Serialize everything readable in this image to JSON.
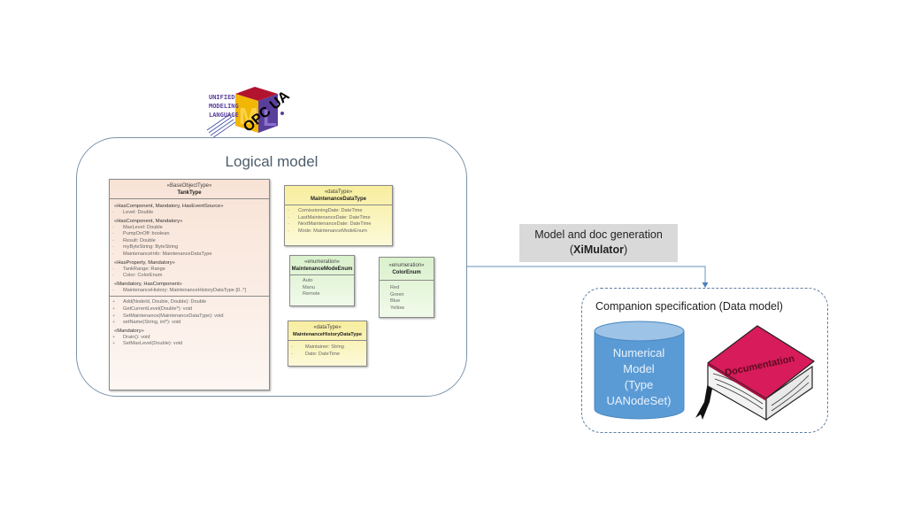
{
  "logo": {
    "left_text": [
      "UNIFIED",
      "MODELING",
      "LANGUAGE"
    ],
    "overlay_text": "OPC UA",
    "mark": "UML",
    "colors": {
      "yellow": "#f2b705",
      "purple": "#5a3e9b",
      "red": "#b2132e"
    }
  },
  "logical_model": {
    "title": "Logical model",
    "border_color": "#7a93ab",
    "classes": {
      "tank_type": {
        "stereotype": "«BaseObjectType»",
        "name": "TankType",
        "attribute_groups": [
          {
            "label": "«HasComponent, Mandatory, HasEventSource»",
            "items": [
              {
                "vis": "-",
                "text": "Level: Double"
              }
            ]
          },
          {
            "label": "«HasComponent, Mandatory»",
            "items": [
              {
                "vis": "-",
                "text": "MaxLevel: Double"
              },
              {
                "vis": "-",
                "text": "PumpOnOff: boolean"
              },
              {
                "vis": "-",
                "text": "Result: Double"
              },
              {
                "vis": "-",
                "text": "myByteString: ByteString"
              },
              {
                "vis": "-",
                "text": "MaintenanceInfo: MaintenanceDataType"
              }
            ]
          },
          {
            "label": "«HasProperty, Mandatory»",
            "items": [
              {
                "vis": "-",
                "text": "TankRange: Range"
              },
              {
                "vis": "-",
                "text": "Color: ColorEnum"
              }
            ]
          },
          {
            "label": "«Mandatory, HasComponent»",
            "items": [
              {
                "vis": "-",
                "text": "MaintenanceHistory: MaintenanceHistoryDataType [0..*]"
              }
            ]
          }
        ],
        "operations": [
          {
            "vis": "+",
            "text": "Add(NodeId, Double, Double): Double"
          },
          {
            "vis": "+",
            "text": "GetCurrentLevel(Double*): void"
          },
          {
            "vis": "+",
            "text": "SetMaintenance(MaintenanceDataType): void"
          },
          {
            "vis": "+",
            "text": "setName(String, int*): void"
          }
        ],
        "operation_groups": [
          {
            "label": "«Mandatory»",
            "items": [
              {
                "vis": "+",
                "text": "Drain(): void"
              },
              {
                "vis": "+",
                "text": "SetMaxLevel(Double): void"
              }
            ]
          }
        ]
      },
      "maintenance_data_type": {
        "stereotype": "«dataType»",
        "name": "MaintenanceDataType",
        "items": [
          {
            "vis": "-",
            "text": "ComissioningDate: DateTime"
          },
          {
            "vis": "-",
            "text": "LastMaintenanceDate: DateTime"
          },
          {
            "vis": "-",
            "text": "NextMaintenanceDate: DateTime"
          },
          {
            "vis": "-",
            "text": "Mode: MaintenanceModeEnum"
          }
        ]
      },
      "maintenance_mode_enum": {
        "stereotype": "«enumeration»",
        "name": "MaintenanceModeEnum",
        "items": [
          "Auto",
          "Manu",
          "Remote"
        ]
      },
      "color_enum": {
        "stereotype": "«enumeration»",
        "name": "ColorEnum",
        "items": [
          "Red",
          "Green",
          "Blue",
          "Yellow"
        ]
      },
      "maintenance_history_data_type": {
        "stereotype": "«dataType»",
        "name": "MaintenanceHistoryDataType",
        "items": [
          {
            "vis": "-",
            "text": "Maintainer: String"
          },
          {
            "vis": "-",
            "text": "Date: DateTime"
          }
        ]
      }
    }
  },
  "generation": {
    "line1": "Model and doc generation",
    "open_paren": "(",
    "tool": "XiMulator",
    "close_paren": ")",
    "bg_color": "#d9d9d9"
  },
  "companion": {
    "title": "Companion specification (Data model)",
    "cylinder_lines": [
      "Numerical",
      "Model",
      "(Type",
      "UANodeSet)"
    ],
    "cylinder_color": "#5b9bd5",
    "book_label": "Documentation",
    "book_color": "#d81b5b"
  }
}
